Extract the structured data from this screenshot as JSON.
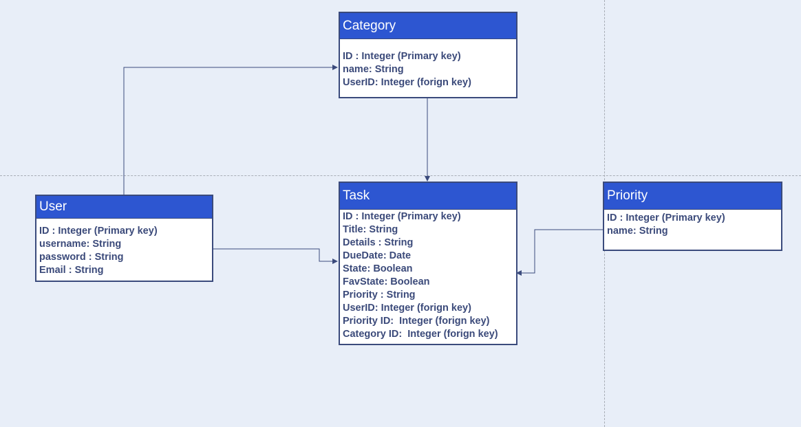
{
  "entities": {
    "category": {
      "title": "Category",
      "fields": [
        "ID : Integer (Primary key)",
        "name: String",
        "UserID: Integer (forign key)"
      ]
    },
    "user": {
      "title": "User",
      "fields": [
        "ID : Integer (Primary key)",
        "username: String",
        "password : String",
        "Email : String"
      ]
    },
    "task": {
      "title": "Task",
      "fields": [
        "ID : Integer (Primary key)",
        "Title: String",
        "Details : String",
        "DueDate: Date",
        "State: Boolean",
        "FavState: Boolean",
        "Priority : String",
        "UserID: Integer (forign key)",
        "Priority ID:  Integer (forign key)",
        "Category ID:  Integer (forign key)"
      ]
    },
    "priority": {
      "title": "Priority",
      "fields": [
        "ID : Integer (Primary key)",
        "name: String"
      ]
    }
  },
  "colors": {
    "background": "#e8eef8",
    "header": "#2d56d1",
    "border": "#3a4a7c",
    "field_text": "#3b4a7a",
    "connector": "#3a4a7c"
  }
}
